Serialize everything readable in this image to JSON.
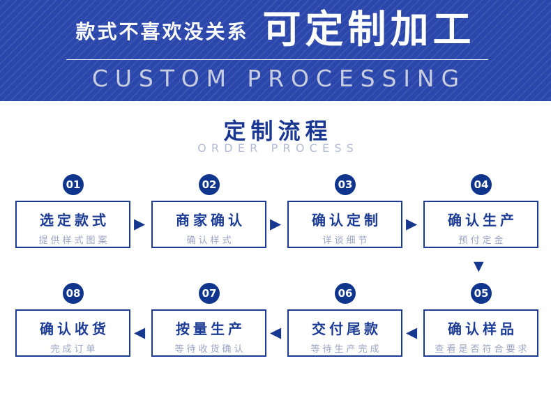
{
  "banner": {
    "tagline": "款式不喜欢没关系",
    "title": "可定制加工",
    "subtitle_en": "CUSTOM PROCESSING"
  },
  "section": {
    "title": "定制流程",
    "subtitle_en": "ORDER PROCESS"
  },
  "colors": {
    "banner_blue": "#2b47ac",
    "navy": "#1c3b94",
    "badge_navy": "#0f358c",
    "desc_gray_blue": "#9aa3c5",
    "banner_en_gray": "#c8cedf",
    "section_en_gray": "#b3bbd5"
  },
  "icons": {
    "arrow_right": "▶",
    "arrow_left": "◀",
    "arrow_down": "▼"
  },
  "steps": [
    {
      "num": "01",
      "title": "选定款式",
      "desc": "提供样式图案"
    },
    {
      "num": "02",
      "title": "商家确认",
      "desc": "确认样式"
    },
    {
      "num": "03",
      "title": "确认定制",
      "desc": "详谈细节"
    },
    {
      "num": "04",
      "title": "确认生产",
      "desc": "预付定金"
    },
    {
      "num": "05",
      "title": "确认样品",
      "desc": "查看是否符合要求"
    },
    {
      "num": "06",
      "title": "交付尾款",
      "desc": "等待生产完成"
    },
    {
      "num": "07",
      "title": "按量生产",
      "desc": "等待收货确认"
    },
    {
      "num": "08",
      "title": "确认收货",
      "desc": "完成订单"
    }
  ]
}
